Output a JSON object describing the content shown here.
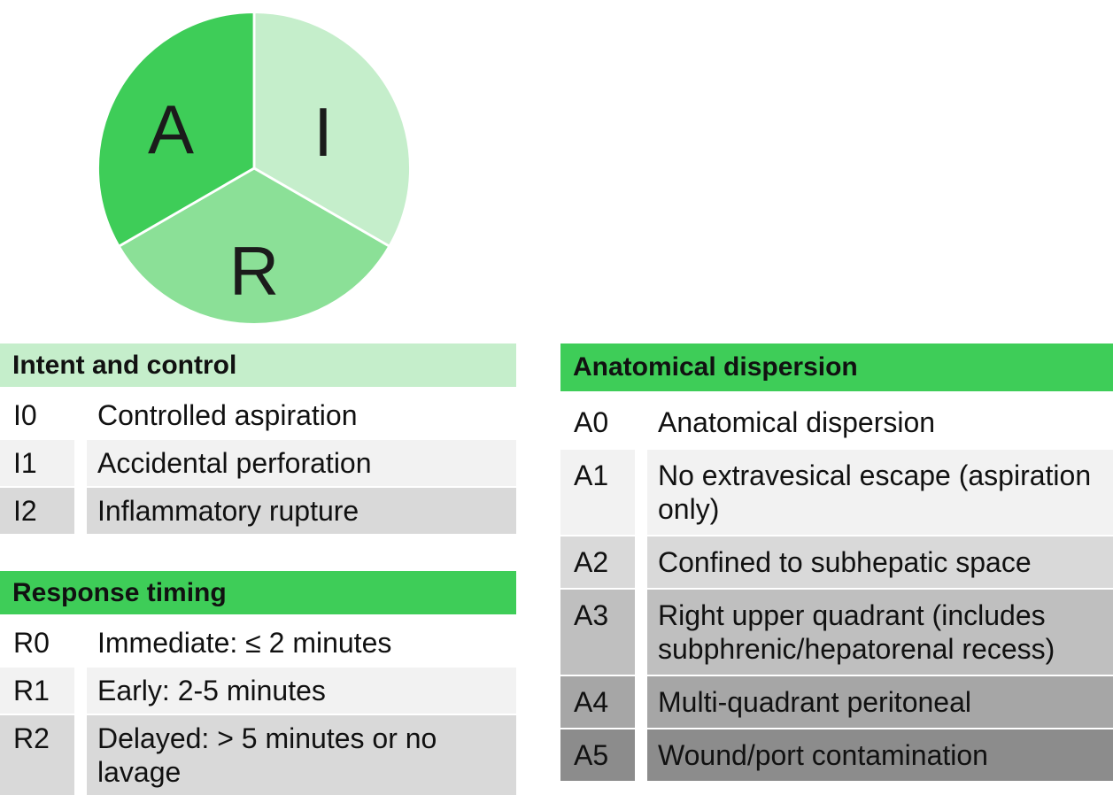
{
  "chart_data": {
    "type": "pie",
    "labels": [
      "A",
      "I",
      "R"
    ],
    "values": [
      33.33,
      33.33,
      33.33
    ],
    "colors": [
      "#3ECD58",
      "#C5EECB",
      "#8BE097"
    ],
    "title": "",
    "legend_position": "none",
    "start_angle": "top, I clockwise first, then R, then A"
  },
  "pie": {
    "slices": [
      {
        "label": "A",
        "color": "#3ECD58"
      },
      {
        "label": "I",
        "color": "#C5EECB"
      },
      {
        "label": "R",
        "color": "#8BE097"
      }
    ]
  },
  "colors": {
    "bright_green": "#3ECD58",
    "pale_green": "#C5EECB",
    "medium_green": "#8BE097",
    "row_gray_1": "#F2F2F2",
    "row_gray_2": "#D9D9D9",
    "row_gray_3": "#BFBFBF",
    "row_gray_4": "#A6A6A6",
    "row_gray_5": "#8C8C8C",
    "text": "#111111"
  },
  "tables": {
    "intent": {
      "title": "Intent and control",
      "rows": [
        {
          "code": "I0",
          "description": "Controlled aspiration"
        },
        {
          "code": "I1",
          "description": "Accidental perforation"
        },
        {
          "code": "I2",
          "description": "Inflammatory rupture"
        }
      ]
    },
    "response": {
      "title": "Response timing",
      "rows": [
        {
          "code": "R0",
          "description": "Immediate: ≤ 2 minutes"
        },
        {
          "code": "R1",
          "description": "Early: 2-5 minutes"
        },
        {
          "code": "R2",
          "description": "Delayed: > 5 minutes or no lavage"
        }
      ]
    },
    "anatomical": {
      "title": "Anatomical dispersion",
      "rows": [
        {
          "code": "A0",
          "description": "Anatomical dispersion"
        },
        {
          "code": "A1",
          "description": "No extravesical escape (aspiration only)"
        },
        {
          "code": "A2",
          "description": "Confined to subhepatic space"
        },
        {
          "code": "A3",
          "description": "Right upper quadrant (includes subphrenic/hepatorenal recess)"
        },
        {
          "code": "A4",
          "description": "Multi-quadrant peritoneal"
        },
        {
          "code": "A5",
          "description": "Wound/port contamination"
        }
      ]
    }
  }
}
